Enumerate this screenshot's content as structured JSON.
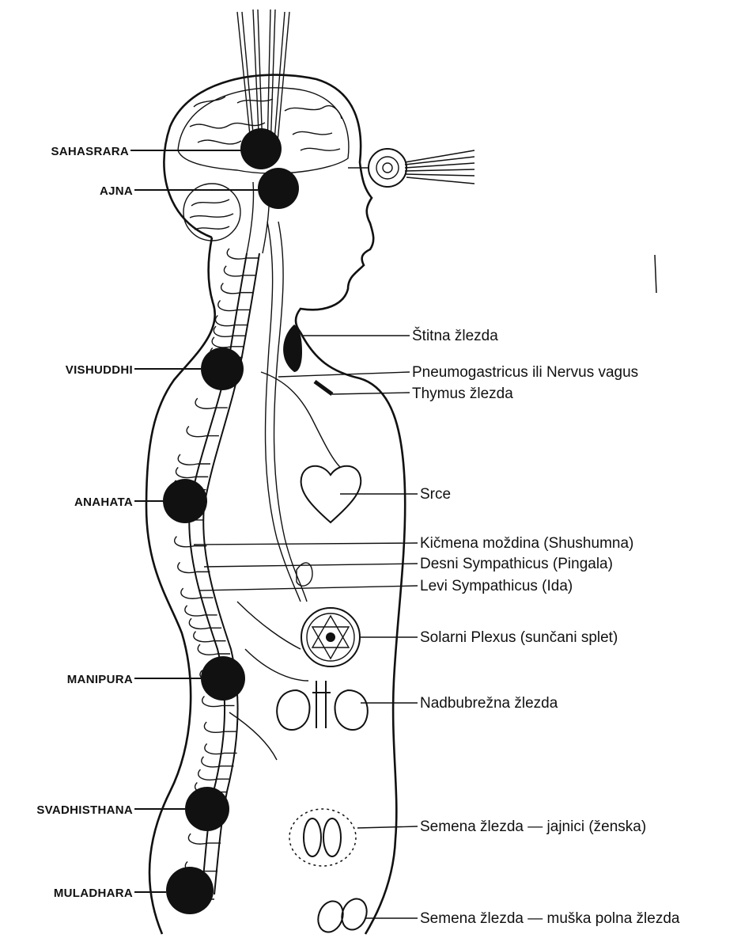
{
  "chakras": {
    "sahasrara": "SAHASRARA",
    "ajna": "AJNA",
    "vishuddhi": "VISHUDDHI",
    "anahata": "ANAHATA",
    "manipura": "MANIPURA",
    "svadhisthana": "SVADHISTHANA",
    "muladhara": "MULADHARA"
  },
  "organs": {
    "thyroid": "Štitna žlezda",
    "vagus": "Pneumogastricus ili Nervus vagus",
    "thymus": "Thymus žlezda",
    "heart": "Srce",
    "spinal_cord": "Kičmena moždina (Shushumna)",
    "right_sympathicus": "Desni Sympathicus (Pingala)",
    "left_sympathicus": "Levi Sympathicus (Ida)",
    "solar_plexus": "Solarni Plexus (sunčani splet)",
    "adrenal": "Nadbubrežna žlezda",
    "ovaries": "Semena žlezda — jajnici (ženska)",
    "testes": "Semena žlezda — muška polna žlezda"
  },
  "colors": {
    "ink": "#111111",
    "paper": "#ffffff"
  }
}
